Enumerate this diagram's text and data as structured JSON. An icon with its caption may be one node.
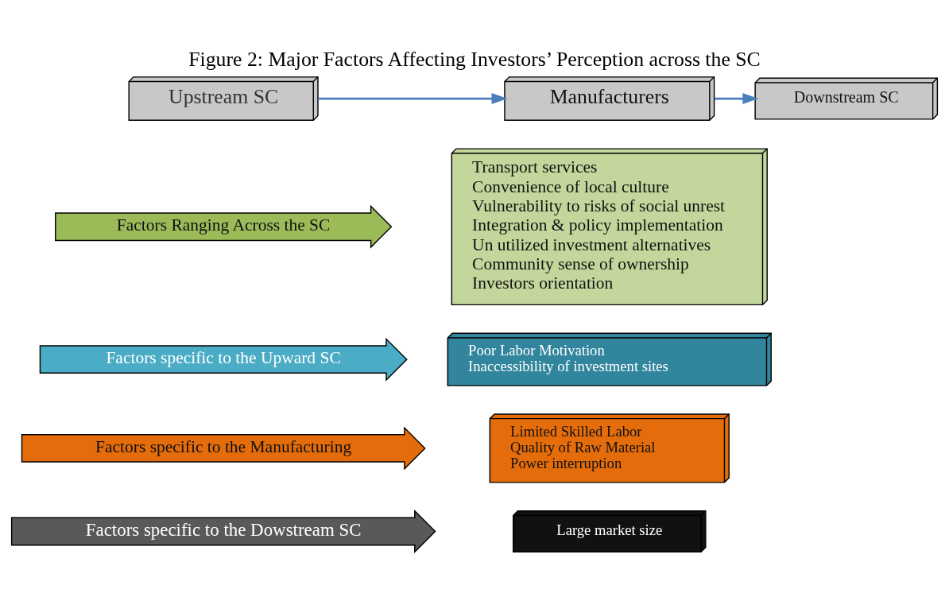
{
  "diagram": {
    "title": "Figure 2: Major Factors Affecting Investors’ Perception across the SC",
    "nodes": [
      {
        "text": [
          "Upstream SC"
        ]
      },
      {
        "text": [
          "Manufacturers"
        ]
      },
      {
        "text": [
          "Downstream SC"
        ]
      },
      {
        "text": [
          "Factors Ranging Across the SC"
        ]
      },
      {
        "text": [
          "Transport services",
          "Convenience of local culture",
          "Vulnerability to risks of social unrest",
          "Integration & policy implementation",
          "Un utilized investment alternatives",
          "Community sense of ownership",
          "Investors orientation"
        ]
      },
      {
        "text": [
          "Factors specific to the Upward SC"
        ]
      },
      {
        "text": [
          "Poor Labor Motivation",
          "Inaccessibility of investment sites"
        ]
      },
      {
        "text": [
          "Factors specific to the Manufacturing"
        ]
      },
      {
        "text": [
          "Limited Skilled Labor",
          "Quality of Raw Material",
          "Power interruption"
        ]
      },
      {
        "text": [
          "Factors specific to the Dowstream SC"
        ]
      },
      {
        "text": [
          "Large market size"
        ]
      }
    ],
    "edges": [
      {
        "from": 0,
        "to": 1,
        "arrow": "to"
      },
      {
        "from": 1,
        "to": 2,
        "arrow": "to"
      }
    ]
  }
}
